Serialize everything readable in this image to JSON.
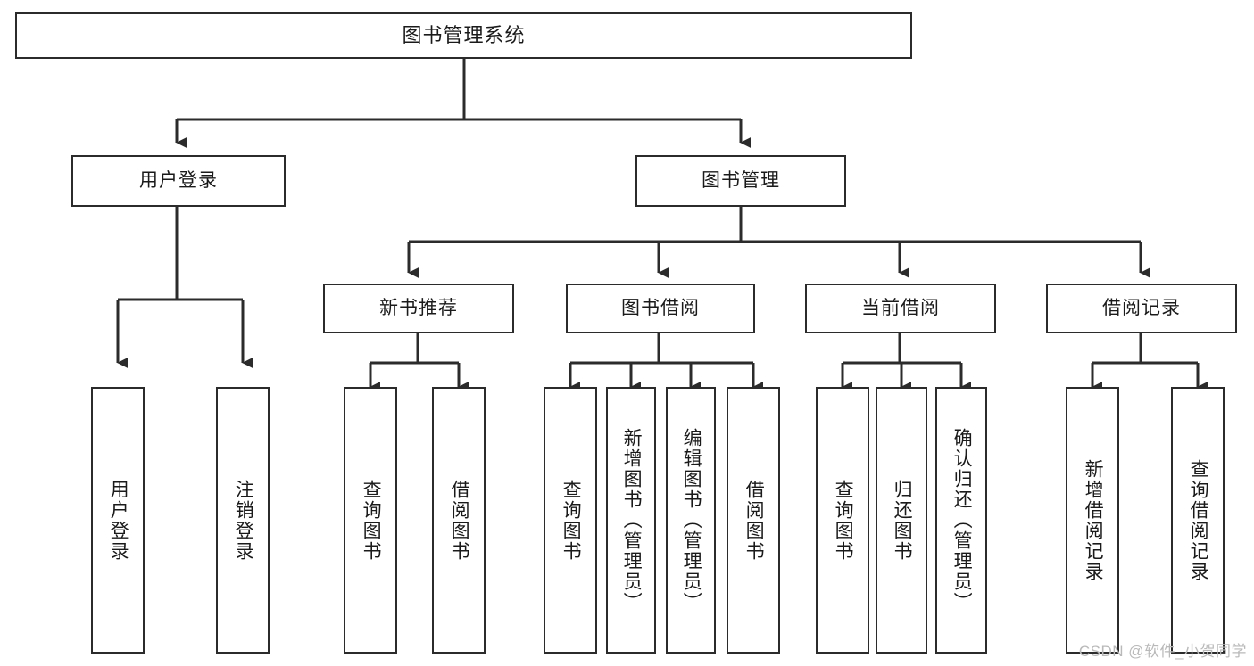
{
  "diagram": {
    "title": "图书管理系统",
    "type": "tree-hierarchy",
    "colors": {
      "background": "#ffffff",
      "box_stroke": "#2b2b2b",
      "box_fill": "#ffffff",
      "connector": "#2b2b2b",
      "text": "#1a1a1a",
      "watermark": "#b9b9b9"
    },
    "root": {
      "label": "图书管理系统"
    },
    "level2": [
      {
        "label": "用户登录"
      },
      {
        "label": "图书管理"
      }
    ],
    "level3": [
      {
        "label": "新书推荐"
      },
      {
        "label": "图书借阅"
      },
      {
        "label": "当前借阅"
      },
      {
        "label": "借阅记录"
      }
    ],
    "leaves": {
      "user_login": [
        {
          "label": "用户登录"
        },
        {
          "label": "注销登录"
        }
      ],
      "new_book_recommend": [
        {
          "label": "查询图书"
        },
        {
          "label": "借阅图书"
        }
      ],
      "book_borrow": [
        {
          "label": "查询图书"
        },
        {
          "label": "新增图书（管理员）"
        },
        {
          "label": "编辑图书（管理员）"
        },
        {
          "label": "借阅图书"
        }
      ],
      "current_borrow": [
        {
          "label": "查询图书"
        },
        {
          "label": "归还图书"
        },
        {
          "label": "确认归还（管理员）"
        }
      ],
      "borrow_record": [
        {
          "label": "新增借阅记录"
        },
        {
          "label": "查询借阅记录"
        }
      ]
    },
    "watermark": "CSDN @软件_小贺同学"
  }
}
